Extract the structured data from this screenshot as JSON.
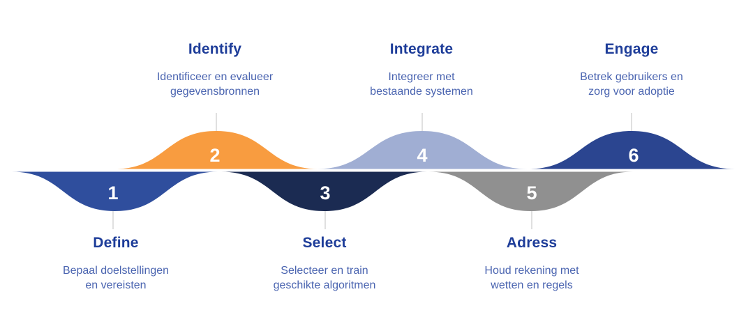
{
  "diagram": {
    "type": "process-wave",
    "language": "Dutch/English",
    "steps": [
      {
        "number": "1",
        "name": "Define",
        "position": "below",
        "color": "#2f4e9d",
        "desc_line1": "Bepaal doelstellingen",
        "desc_line2": "en vereisten"
      },
      {
        "number": "2",
        "name": "Identify",
        "position": "above",
        "color": "#f89c40",
        "desc_line1": "Identificeer en evalueer",
        "desc_line2": "gegevensbronnen"
      },
      {
        "number": "3",
        "name": "Select",
        "position": "below",
        "color": "#1b2b52",
        "desc_line1": "Selecteer en train",
        "desc_line2": "geschikte algoritmen"
      },
      {
        "number": "4",
        "name": "Integrate",
        "position": "above",
        "color": "#a0aed3",
        "desc_line1": "Integreer met",
        "desc_line2": "bestaande systemen"
      },
      {
        "number": "5",
        "name": "Adress",
        "position": "below",
        "color": "#909090",
        "desc_line1": "Houd rekening met",
        "desc_line2": "wetten en regels"
      },
      {
        "number": "6",
        "name": "Engage",
        "position": "above",
        "color": "#2b4590",
        "desc_line1": "Betrek gebruikers en",
        "desc_line2": "zorg voor adoptie"
      }
    ],
    "colors": {
      "heading_text": "#1e3d99",
      "description_text": "#4a64b0",
      "number_text": "#ffffff",
      "tick": "#d6d6d6",
      "background": "#ffffff"
    }
  }
}
